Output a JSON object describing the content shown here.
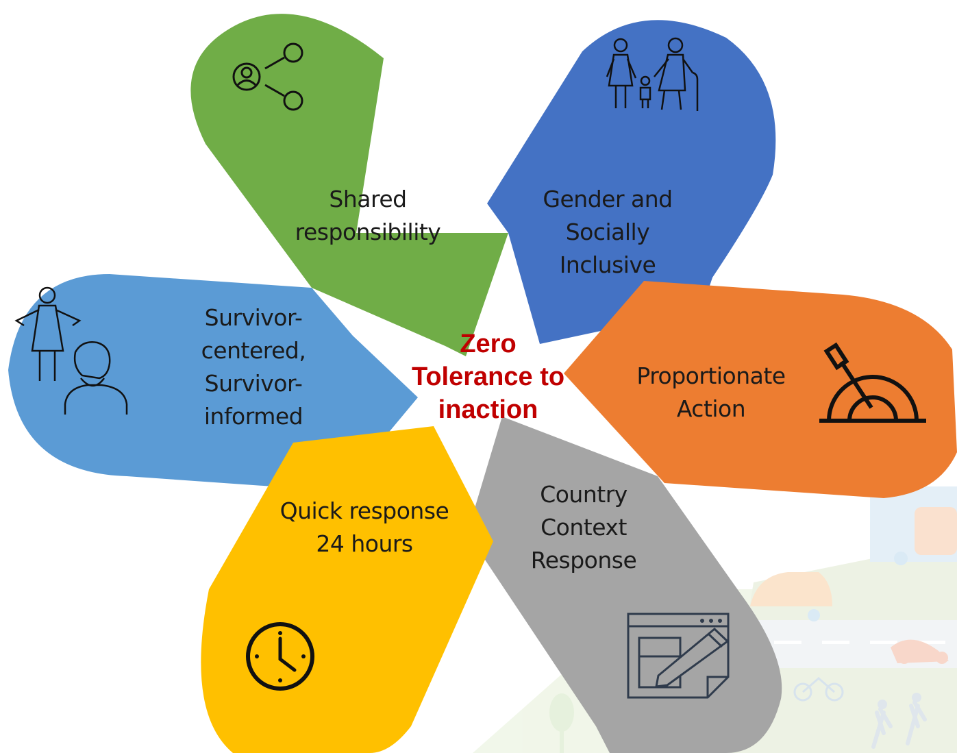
{
  "center": {
    "lines": [
      "Zero",
      "Tolerance to",
      "inaction"
    ],
    "color": "#c00000"
  },
  "petals": [
    {
      "id": "shared-responsibility",
      "lines": [
        "Shared",
        "responsibility"
      ],
      "color": "#70ad47",
      "icon": "share-network-icon"
    },
    {
      "id": "gender-inclusive",
      "lines": [
        "Gender and",
        "Socially",
        "Inclusive"
      ],
      "color": "#4472c4",
      "icon": "family-icon"
    },
    {
      "id": "proportionate-action",
      "lines": [
        "Proportionate",
        "Action"
      ],
      "color": "#ed7d31",
      "icon": "lever-gauge-icon"
    },
    {
      "id": "country-context",
      "lines": [
        "Country",
        "Context",
        "Response"
      ],
      "color": "#a5a5a5",
      "icon": "edit-document-icon"
    },
    {
      "id": "quick-response",
      "lines": [
        "Quick response",
        "24 hours"
      ],
      "color": "#ffc000",
      "icon": "clock-icon"
    },
    {
      "id": "survivor-centered",
      "lines": [
        "Survivor-",
        "centered,",
        "Survivor-",
        "informed"
      ],
      "color": "#5b9bd5",
      "icon": "survivor-icon"
    }
  ],
  "background": {
    "illustration": "mobility-street-illustration"
  }
}
